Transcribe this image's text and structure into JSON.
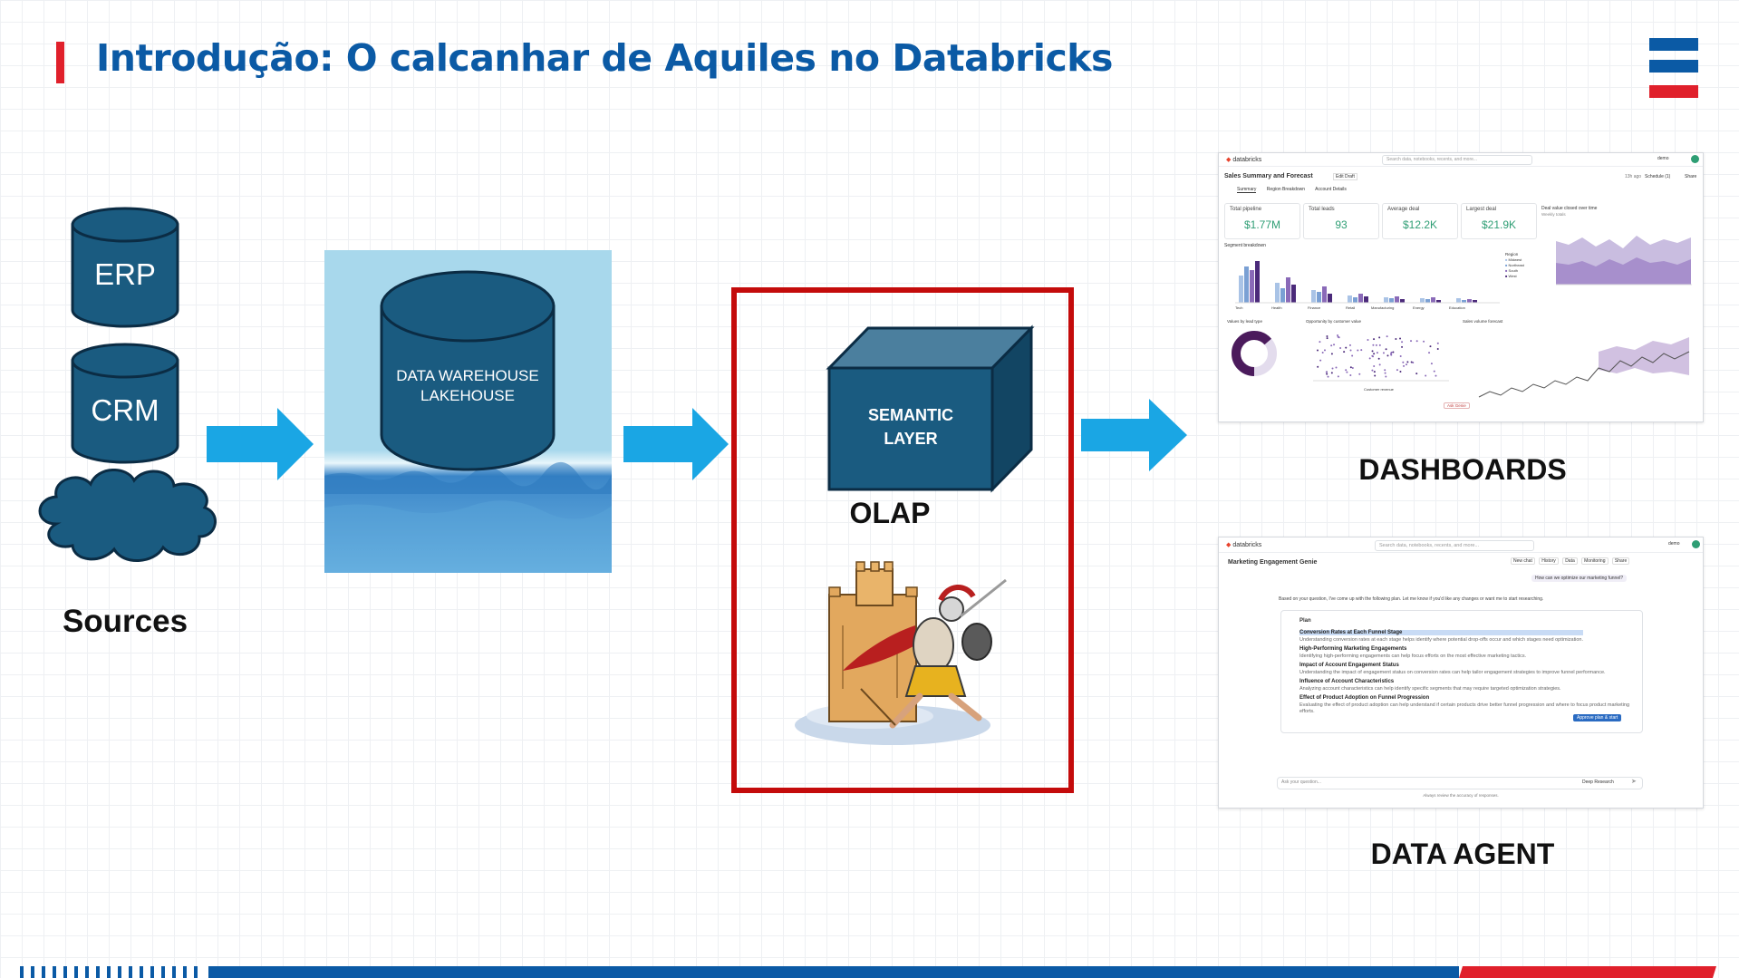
{
  "slide": {
    "title": "Introdução: O calcanhar de Aquiles no Databricks"
  },
  "colors": {
    "title_blue": "#0b5aa5",
    "accent_red": "#e0202b",
    "db_blue": "#1a5b80",
    "arrow_blue": "#1aa6e4",
    "olap_border": "#c40b0b"
  },
  "diagram": {
    "sources": {
      "erp": "ERP",
      "crm": "CRM",
      "label": "Sources"
    },
    "warehouse": {
      "line1": "DATA WAREHOUSE",
      "line2": "LAKEHOUSE"
    },
    "semantic": {
      "line1": "SEMANTIC",
      "line2": "LAYER",
      "caption": "OLAP"
    },
    "dashboards_label": "DASHBOARDS",
    "agent_label": "DATA AGENT"
  },
  "dashboard_shot": {
    "brand": "databricks",
    "search_placeholder": "Search data, notebooks, recents, and more...",
    "user": "demo",
    "title": "Sales Summary and Forecast",
    "edit": "Edit Draft",
    "time_ago": "13h ago",
    "schedule": "Schedule (1)",
    "share": "Share",
    "tabs": [
      "Summary",
      "Region Breakdown",
      "Account Details"
    ],
    "kpis": [
      {
        "label": "Total pipeline",
        "value": "$1.77M"
      },
      {
        "label": "Total leads",
        "value": "93"
      },
      {
        "label": "Average deal",
        "value": "$12.2K"
      },
      {
        "label": "Largest deal",
        "value": "$21.9K"
      }
    ],
    "deal_title": "Deal value closed over time",
    "deal_sub": "Weekly totals",
    "segment_title": "Segment breakdown",
    "segment_categories": [
      "Tech",
      "Health",
      "Finance",
      "Retail",
      "Manufacturing",
      "Energy",
      "Education"
    ],
    "region_legend_title": "Region",
    "regions": [
      "Midwest",
      "Northeast",
      "South",
      "West"
    ],
    "values_title": "Values by lead type",
    "opportunity_title": "Opportunity by customer value",
    "opportunity_xlabel": "Customer revenue",
    "forecast_title": "Sales volume forecast",
    "ask_genie": "Ask Genie"
  },
  "agent_shot": {
    "brand": "databricks",
    "search_placeholder": "Search data, notebooks, recents, and more...",
    "user": "demo",
    "title": "Marketing Engagement Genie",
    "buttons": [
      "New chat",
      "History",
      "Data",
      "Monitoring",
      "Share"
    ],
    "user_question": "How can we optimize our marketing funnel?",
    "intro": "Based on your question, I've come up with the following plan. Let me know if you'd like any changes or want me to start researching.",
    "plan_title": "Plan",
    "plan_items": [
      {
        "title": "Conversion Rates at Each Funnel Stage",
        "desc": "Understanding conversion rates at each stage helps identify where potential drop-offs occur and which stages need optimization."
      },
      {
        "title": "High-Performing Marketing Engagements",
        "desc": "Identifying high-performing engagements can help focus efforts on the most effective marketing tactics."
      },
      {
        "title": "Impact of Account Engagement Status",
        "desc": "Understanding the impact of engagement status on conversion rates can help tailor engagement strategies to improve funnel performance."
      },
      {
        "title": "Influence of Account Characteristics",
        "desc": "Analyzing account characteristics can help identify specific segments that may require targeted optimization strategies."
      },
      {
        "title": "Effect of Product Adoption on Funnel Progression",
        "desc": "Evaluating the effect of product adoption can help understand if certain products drive better funnel progression and where to focus product marketing efforts."
      }
    ],
    "approve_button": "Approve plan & start",
    "input_placeholder": "Ask your question...",
    "deep_research": "Deep Research",
    "disclaimer": "Always review the accuracy of responses."
  }
}
